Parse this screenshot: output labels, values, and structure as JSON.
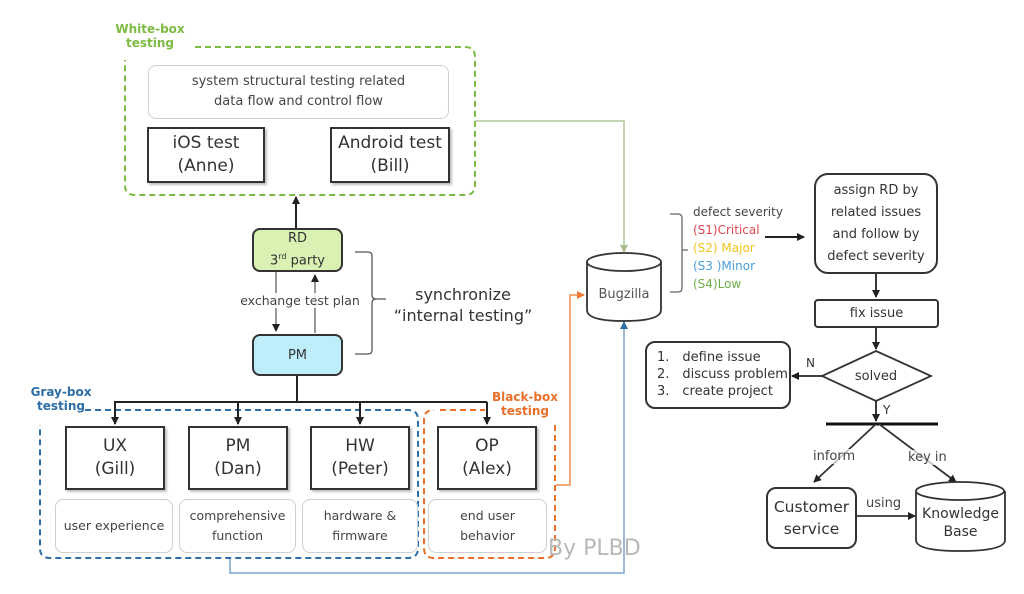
{
  "colors": {
    "white_box": "#7dbb42",
    "gray_box": "#2f6ea4",
    "black_box": "#e8702a",
    "rd_fill": "#d9f2b4",
    "pm_fill": "#bdeefa",
    "critical": "#e0454f",
    "major": "#f2c31a",
    "minor": "#4a9fd8",
    "low": "#6fb04a",
    "link_green": "#b4c79a",
    "link_orange": "#f08a4b",
    "link_blue": "#7aa6cc"
  },
  "white_box": {
    "label_line1": "White-box",
    "label_line2": "testing",
    "description_line1": "system structural testing related",
    "description_line2": "data flow and control flow",
    "ios": {
      "title": "iOS test",
      "owner": "(Anne)"
    },
    "android": {
      "title": "Android test",
      "owner": "(Bill)"
    }
  },
  "rd": {
    "line1": "RD",
    "line2_num": "3",
    "line2_sup": "rd",
    "line2_rest": " party"
  },
  "pm": {
    "label": "PM"
  },
  "exchange_label": "exchange test plan",
  "synchronize": {
    "line1": "synchronize",
    "line2": "“internal testing”"
  },
  "gray_box": {
    "label_line1": "Gray-box",
    "label_line2": "testing",
    "items": [
      {
        "title": "UX",
        "owner": "(Gill)",
        "desc_line1": "user experience",
        "desc_line2": ""
      },
      {
        "title": "PM",
        "owner": "(Dan)",
        "desc_line1": "comprehensive",
        "desc_line2": "function"
      },
      {
        "title": "HW",
        "owner": "(Peter)",
        "desc_line1": "hardware &",
        "desc_line2": "firmware"
      }
    ]
  },
  "black_box": {
    "label_line1": "Black-box",
    "label_line2": "testing",
    "item": {
      "title": "OP",
      "owner": "(Alex)",
      "desc_line1": "end user",
      "desc_line2": "behavior"
    }
  },
  "bugzilla": {
    "label": "Bugzilla"
  },
  "severity": {
    "title": "defect severity",
    "levels": [
      {
        "label": "(S1)Critical",
        "color": "#e0454f"
      },
      {
        "label": "(S2) Major",
        "color": "#f2c31a"
      },
      {
        "label": "(S3 )Minor",
        "color": "#4a9fd8"
      },
      {
        "label": "(S4)Low",
        "color": "#6fb04a"
      }
    ]
  },
  "flow": {
    "assign_lines": [
      "assign RD by",
      "related issues",
      "and follow by",
      "defect severity"
    ],
    "fix": "fix issue",
    "decision": "solved",
    "no_label": "N",
    "yes_label": "Y",
    "steps": [
      "1. define  issue",
      "2. discuss problem",
      "3. create project"
    ],
    "inform": "inform",
    "key_in": "key in",
    "using": "using",
    "customer_service_line1": "Customer",
    "customer_service_line2": "service",
    "knowledge_base_line1": "Knowledge",
    "knowledge_base_line2": "Base"
  },
  "watermark": "By PLBD"
}
